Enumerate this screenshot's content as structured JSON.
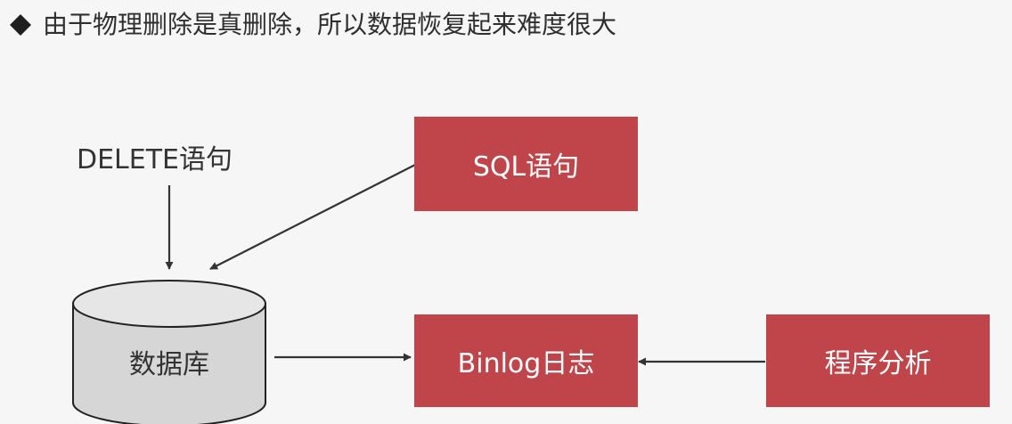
{
  "heading": {
    "text": "由于物理删除是真删除，所以数据恢复起来难度很大",
    "bullet_icon": "diamond-bullet-icon"
  },
  "diagram": {
    "delete_label": "DELETE语句",
    "sql_box": "SQL语句",
    "database": "数据库",
    "binlog_box": "Binlog日志",
    "analysis_box": "程序分析"
  },
  "colors": {
    "box_fill": "#c0454a",
    "box_text": "#ffffff",
    "background": "#f6f6f6",
    "cylinder_fill": "#d6d6d6",
    "line": "#333333"
  }
}
